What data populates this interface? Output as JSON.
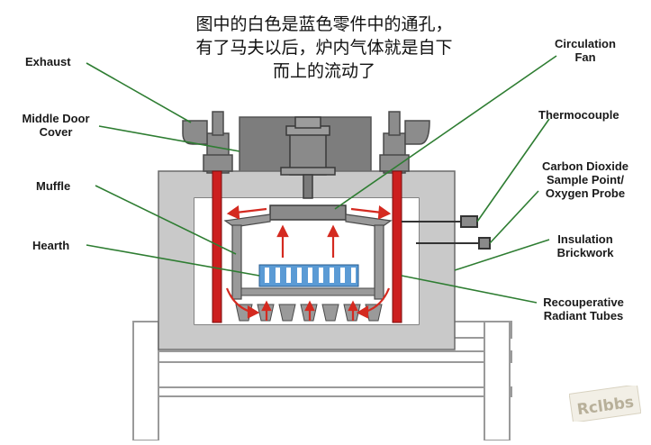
{
  "caption": {
    "line1": "图中的白色是蓝色零件中的通孔，",
    "line2": "有了马夫以后，炉内气体就是自下",
    "line3": "而上的流动了"
  },
  "labels": {
    "exhaust": "Exhaust",
    "middle_door_cover_1": "Middle Door",
    "middle_door_cover_2": "Cover",
    "muffle": "Muffle",
    "hearth": "Hearth",
    "circulation_fan_1": "Circulation",
    "circulation_fan_2": "Fan",
    "thermocouple": "Thermocouple",
    "co2_1": "Carbon Dioxide",
    "co2_2": "Sample Point/",
    "co2_3": "Oxygen Probe",
    "insulation_1": "Insulation",
    "insulation_2": "Brickwork",
    "tubes_1": "Recouperative",
    "tubes_2": "Radiant Tubes"
  },
  "watermark": "Rclbbs",
  "colors": {
    "leader": "#2e7d32",
    "tube": "#cc1f1f",
    "wall": "#c8c8c8",
    "parts": "#5b9bd5",
    "arrow": "#d42a20",
    "motor": "#8a8a8a"
  }
}
